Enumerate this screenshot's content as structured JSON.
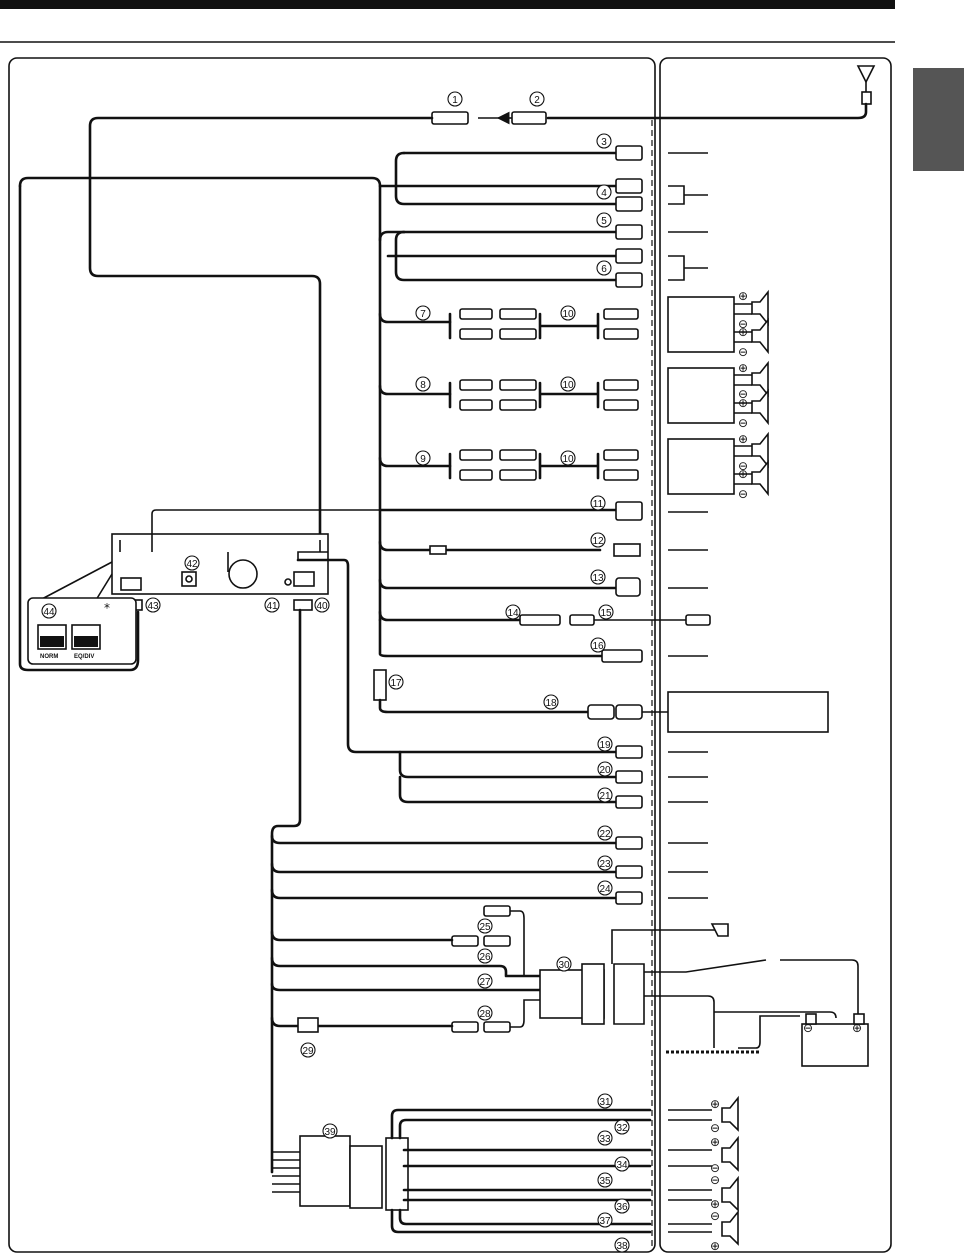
{
  "unit": {
    "switch_label_left": "NORM",
    "switch_label_right": "EQ/DIV",
    "switch_note_mark": "*"
  },
  "callouts": [
    "1",
    "2",
    "3",
    "4",
    "5",
    "6",
    "7",
    "8",
    "9",
    "10",
    "10",
    "10",
    "11",
    "12",
    "13",
    "14",
    "15",
    "16",
    "17",
    "18",
    "19",
    "20",
    "21",
    "22",
    "23",
    "24",
    "25",
    "26",
    "27",
    "28",
    "29",
    "30",
    "31",
    "32",
    "33",
    "34",
    "35",
    "36",
    "37",
    "38",
    "39",
    "40",
    "41",
    "42",
    "43",
    "44"
  ],
  "symbols": {
    "plus": "⊕",
    "minus": "⊖"
  }
}
